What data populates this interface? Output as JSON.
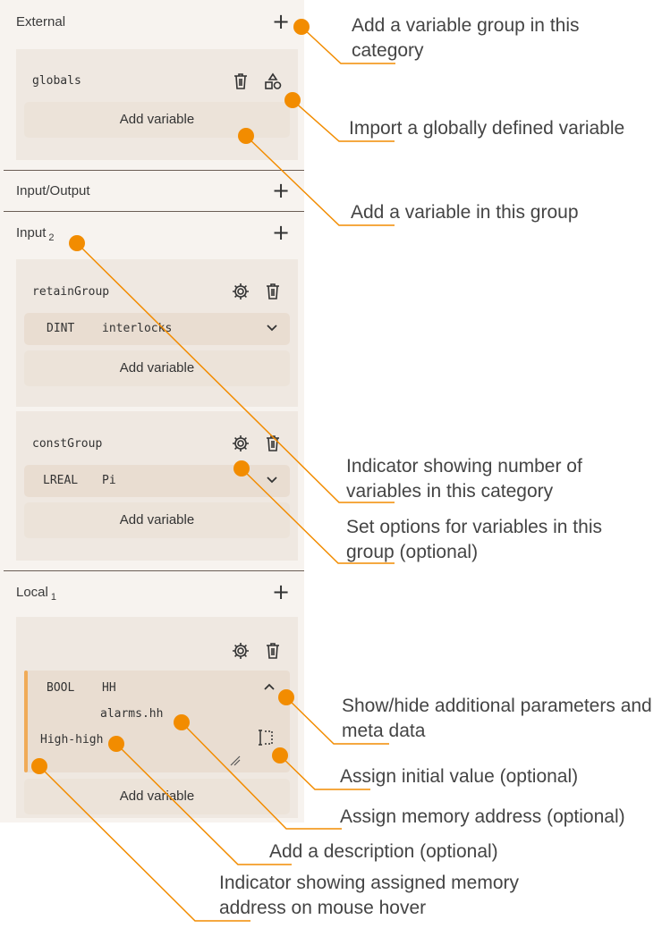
{
  "sections": {
    "external": {
      "title": "External"
    },
    "input_output": {
      "title": "Input/Output"
    },
    "input": {
      "title": "Input",
      "count": "2"
    },
    "local": {
      "title": "Local",
      "count": "1"
    }
  },
  "groups": {
    "globals": {
      "name": "globals",
      "add_label": "Add variable"
    },
    "retain": {
      "name": "retainGroup",
      "add_label": "Add variable",
      "variable": {
        "type": "DINT",
        "name": "interlocks"
      }
    },
    "const": {
      "name": "constGroup",
      "add_label": "Add variable",
      "variable": {
        "type": "LREAL",
        "name": "Pi"
      }
    },
    "local": {
      "add_label": "Add variable",
      "variable": {
        "type": "BOOL",
        "name": "HH",
        "address": "alarms.hh",
        "description": "High-high"
      }
    }
  },
  "annotations": {
    "add_group": "Add a variable group in this category",
    "import_global": "Import a globally defined variable",
    "add_variable": "Add a variable in this group",
    "count_indicator": "Indicator showing number of variables in this category",
    "set_options": "Set options for variables in this group (optional)",
    "show_hide": "Show/hide additional parameters and meta data",
    "initial_value": "Assign initial value (optional)",
    "memory_address": "Assign memory address (optional)",
    "description": "Add a description (optional)",
    "hover_indicator": "Indicator showing assigned memory address on mouse hover"
  },
  "colors": {
    "accent": "#f28c00",
    "panel": "#f7f3ef",
    "group": "#efe8e1",
    "row": "#e9ddd1",
    "hover_bar": "#f0ab58"
  },
  "icons": [
    "plus-icon",
    "trash-icon",
    "shapes-icon",
    "gear-icon",
    "chevron-down-icon",
    "chevron-up-icon",
    "text-cursor-icon",
    "resize-handle-icon"
  ]
}
